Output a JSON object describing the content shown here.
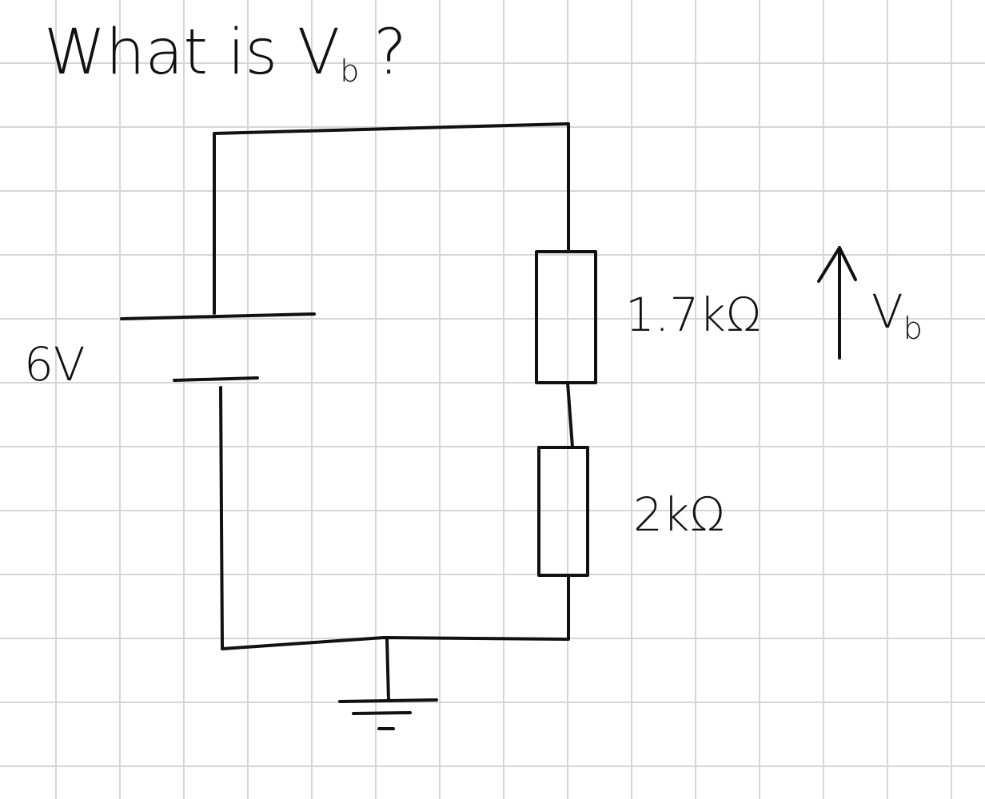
{
  "title": {
    "prefix": "What is V",
    "subscript": "b",
    "suffix": "?"
  },
  "source": {
    "label": "6V"
  },
  "resistors": [
    {
      "label": "1.7kΩ"
    },
    {
      "label": "2kΩ"
    }
  ],
  "voltage_marker": {
    "symbol": "V",
    "subscript": "b"
  },
  "colors": {
    "ink": "#111111",
    "grid": "#d6d6d6",
    "paper": "#ffffff"
  }
}
